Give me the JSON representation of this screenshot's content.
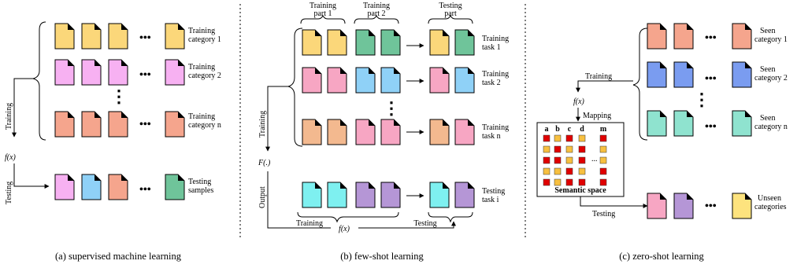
{
  "colors": {
    "yellow": "#fbd77a",
    "pink": "#f7b1f2",
    "salmon": "#f5a58d",
    "blue": "#8fd1f7",
    "green": "#6fc49a",
    "orange_tan": "#f3b98f",
    "rose": "#f7a6c3",
    "cyan": "#7ef0f0",
    "purple": "#b596d6",
    "teal": "#8fe3cf",
    "bright_blue": "#7a9cf0",
    "light_yellow": "#fde37e",
    "red_square": "#e00000",
    "orange_square": "#f7c040"
  },
  "panel_a": {
    "labels": {
      "cat1": [
        "Training",
        "category 1"
      ],
      "cat2": [
        "Training",
        "category 2"
      ],
      "catn": [
        "Training",
        "category n"
      ],
      "testing": [
        "Testing",
        "samples"
      ]
    },
    "arrow_training": "Training",
    "arrow_testing": "Testing",
    "fx": "f(x)",
    "ellipsis": "•••",
    "vdots": "⋮",
    "caption": "(a) supervised machine learning"
  },
  "panel_b": {
    "header_part1": [
      "Training",
      "part 1"
    ],
    "header_part2": [
      "Training",
      "part 2"
    ],
    "header_testing": [
      "Testing",
      "part"
    ],
    "task_labels": {
      "task1": [
        "Training",
        "task 1"
      ],
      "task2": [
        "Training",
        "task 2"
      ],
      "taskn": [
        "Training",
        "task n"
      ],
      "testi": [
        "Testing",
        "task i"
      ]
    },
    "arrow_training": "Training",
    "arrow_output": "Output",
    "big_f": "F(.)",
    "fx": "f(x)",
    "bottom_training": "Training",
    "bottom_testing": "Testing",
    "vdots": "⋮",
    "caption": "(b) few-shot learning"
  },
  "panel_c": {
    "labels": {
      "seen1": [
        "Seen",
        "category 1"
      ],
      "seen2": [
        "Seen",
        "category 2"
      ],
      "seenn": [
        "Seen",
        "category n"
      ],
      "unseen": [
        "Unseen",
        "categories"
      ]
    },
    "arrow_training": "Training",
    "fx": "f(x)",
    "mapping": "Mapping",
    "semantic_cols": [
      "a",
      "b",
      "c",
      "d",
      "m"
    ],
    "semantic_dots": "...",
    "semantic_title": "Semantic space",
    "arrow_testing": "Testing",
    "ellipsis": "•••",
    "vdots": "⋮",
    "caption": "(c) zero-shot learning"
  }
}
